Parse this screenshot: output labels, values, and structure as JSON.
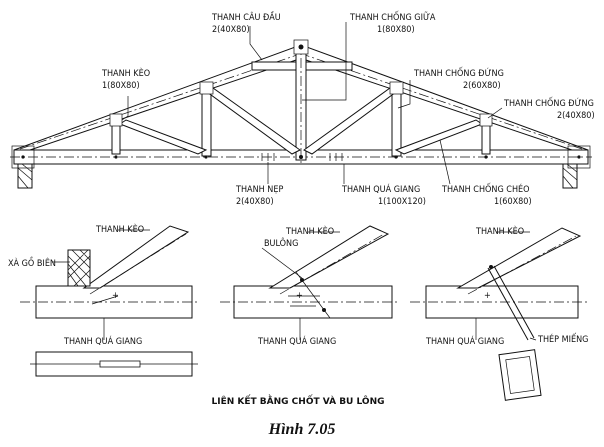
{
  "truss_labels": {
    "thanh_cau_dau": {
      "name": "THANH CÂU ĐẦU",
      "size": "2(40X80)"
    },
    "thanh_chong_giua": {
      "name": "THANH CHỐNG GIỮA",
      "size": "1(80X80)"
    },
    "thanh_keo": {
      "name": "THANH KÈO",
      "size": "1(80X80)"
    },
    "thanh_chong_dung_1": {
      "name": "THANH CHỐNG ĐỨNG",
      "size": "2(60X80)"
    },
    "thanh_chong_dung_2": {
      "name": "THANH CHỐNG ĐỨNG",
      "size": "2(40X80)"
    },
    "thanh_nep": {
      "name": "THANH NẸP",
      "size": "2(40X80)"
    },
    "thanh_qua_giang": {
      "name": "THANH QUÁ GIANG",
      "size": "1(100X120)"
    },
    "thanh_chong_cheo": {
      "name": "THANH CHỐNG CHÉO",
      "size": "1(60X80)"
    }
  },
  "details": {
    "detail_1": {
      "rafter": "THANH KÈO",
      "tie_beam": "THANH QUÁ GIANG",
      "wall_plate": "XÀ GỒ BIÊN"
    },
    "detail_2": {
      "rafter": "THANH KÈO",
      "tie_beam": "THANH QUÁ GIANG",
      "bolt": "BULÔNG"
    },
    "detail_3": {
      "rafter": "THANH KÈO",
      "tie_beam": "THANH QUÁ GIANG",
      "strap": "THÉP MIẾNG"
    }
  },
  "caption": "LIÊN KẾT BẰNG CHỐT VÀ BU LÔNG",
  "figure_title": "Hình 7.05"
}
